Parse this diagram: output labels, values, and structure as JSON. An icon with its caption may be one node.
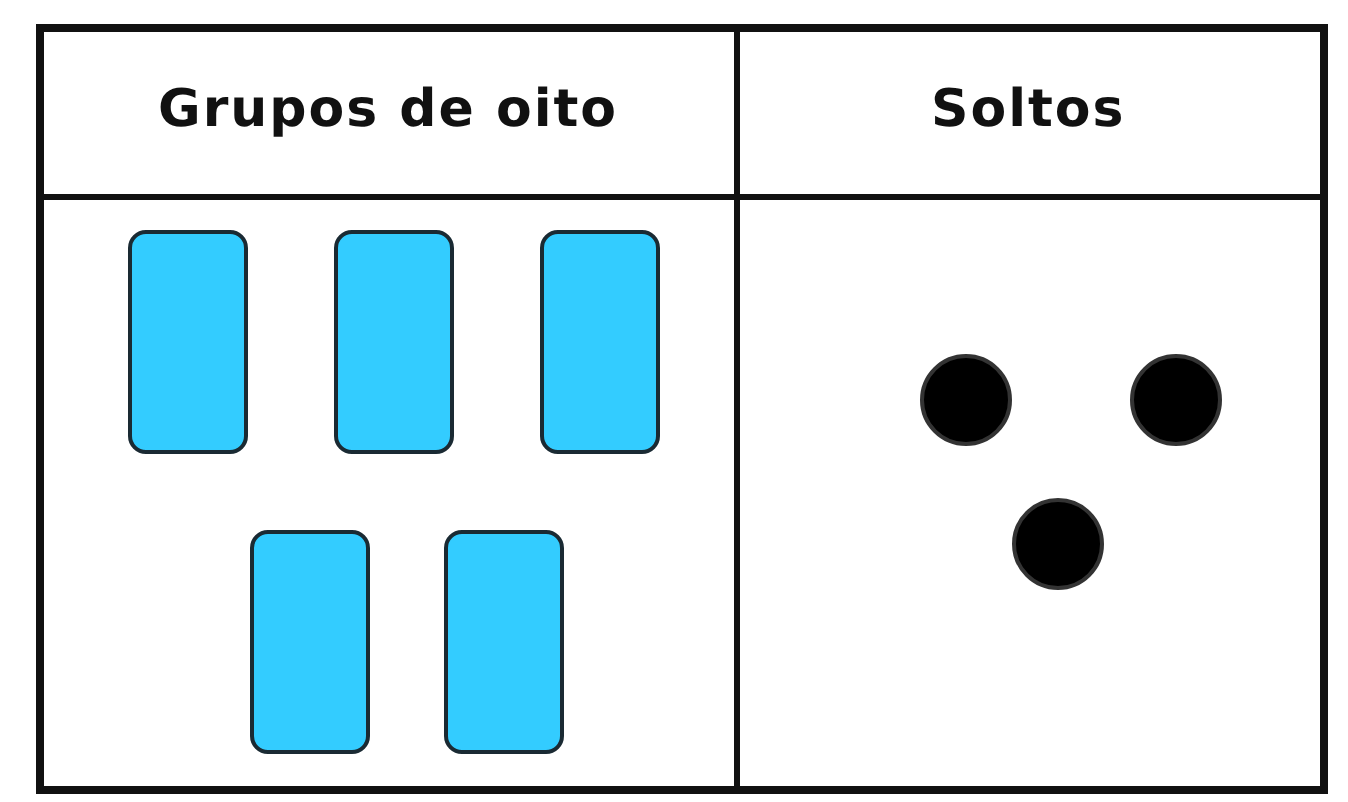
{
  "diagram": {
    "nodes": [
      {
        "text": [],
        "shape": "box"
      },
      {
        "text": [],
        "shape": "box"
      },
      {
        "text": [],
        "shape": "box"
      },
      {
        "text": [],
        "shape": "box"
      },
      {
        "text": [],
        "shape": "box"
      },
      {
        "text": [],
        "shape": "circle"
      },
      {
        "text": [],
        "shape": "circle"
      },
      {
        "text": [],
        "shape": "circle"
      }
    ],
    "edges": [],
    "labels": [
      "Grupos de oito",
      "Soltos"
    ]
  }
}
